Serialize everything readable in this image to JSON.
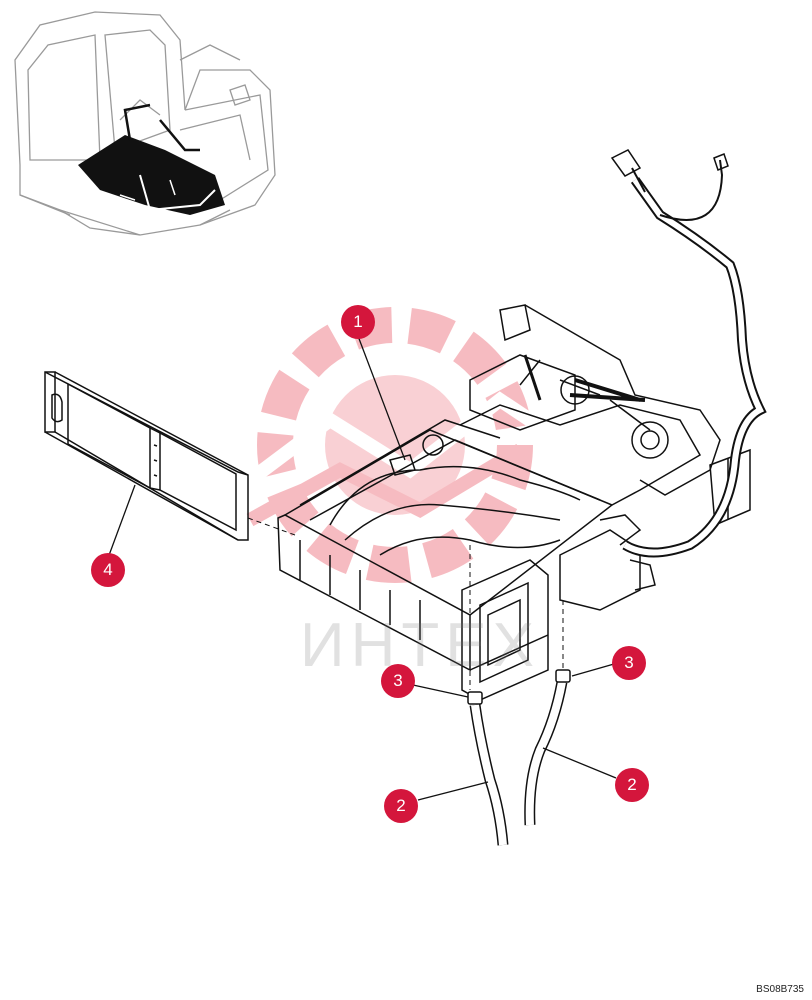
{
  "colors": {
    "callout_fill": "#d4163c",
    "callout_text": "#ffffff",
    "line": "#111111",
    "watermark_logo": "#ee7a84"
  },
  "callouts": [
    {
      "id": "c1",
      "label": "1"
    },
    {
      "id": "c2a",
      "label": "2"
    },
    {
      "id": "c2b",
      "label": "2"
    },
    {
      "id": "c3a",
      "label": "3"
    },
    {
      "id": "c3b",
      "label": "3"
    },
    {
      "id": "c4",
      "label": "4"
    }
  ],
  "watermark": {
    "text": "ИНТЕХ"
  },
  "image_code": "BS08B735"
}
